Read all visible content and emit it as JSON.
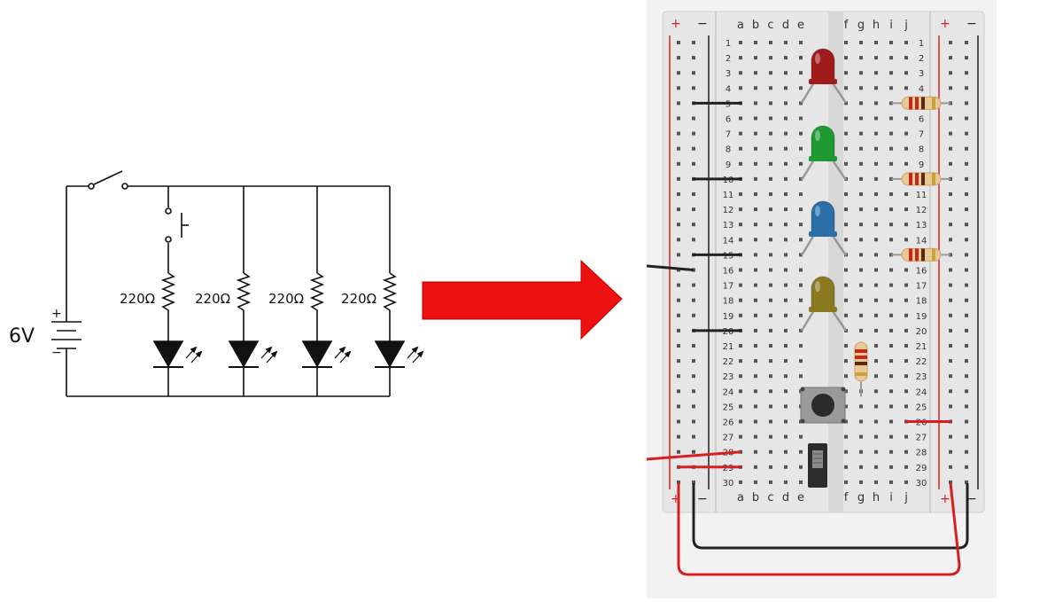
{
  "schematic": {
    "voltage": "6V",
    "plus": "+",
    "minus": "−",
    "resistor_labels": [
      "220Ω",
      "220Ω",
      "220Ω",
      "220Ω"
    ]
  },
  "breadboard": {
    "cols_left": [
      "a",
      "b",
      "c",
      "d",
      "e"
    ],
    "cols_right": [
      "f",
      "g",
      "h",
      "i",
      "j"
    ],
    "rows": [
      "1",
      "2",
      "3",
      "4",
      "5",
      "6",
      "7",
      "8",
      "9",
      "10",
      "11",
      "12",
      "13",
      "14",
      "15",
      "16",
      "17",
      "18",
      "19",
      "20",
      "21",
      "22",
      "23",
      "24",
      "25",
      "26",
      "27",
      "28",
      "29",
      "30"
    ],
    "rail_plus": "+",
    "rail_minus": "−",
    "led_colors": [
      "#a01c1c",
      "#1f9a33",
      "#2a6fa8",
      "#8c7a22"
    ]
  },
  "colors": {
    "wire_black": "#222222",
    "wire_red": "#d62020",
    "arrow": "#ee1111",
    "board": "#e6e6e6"
  }
}
